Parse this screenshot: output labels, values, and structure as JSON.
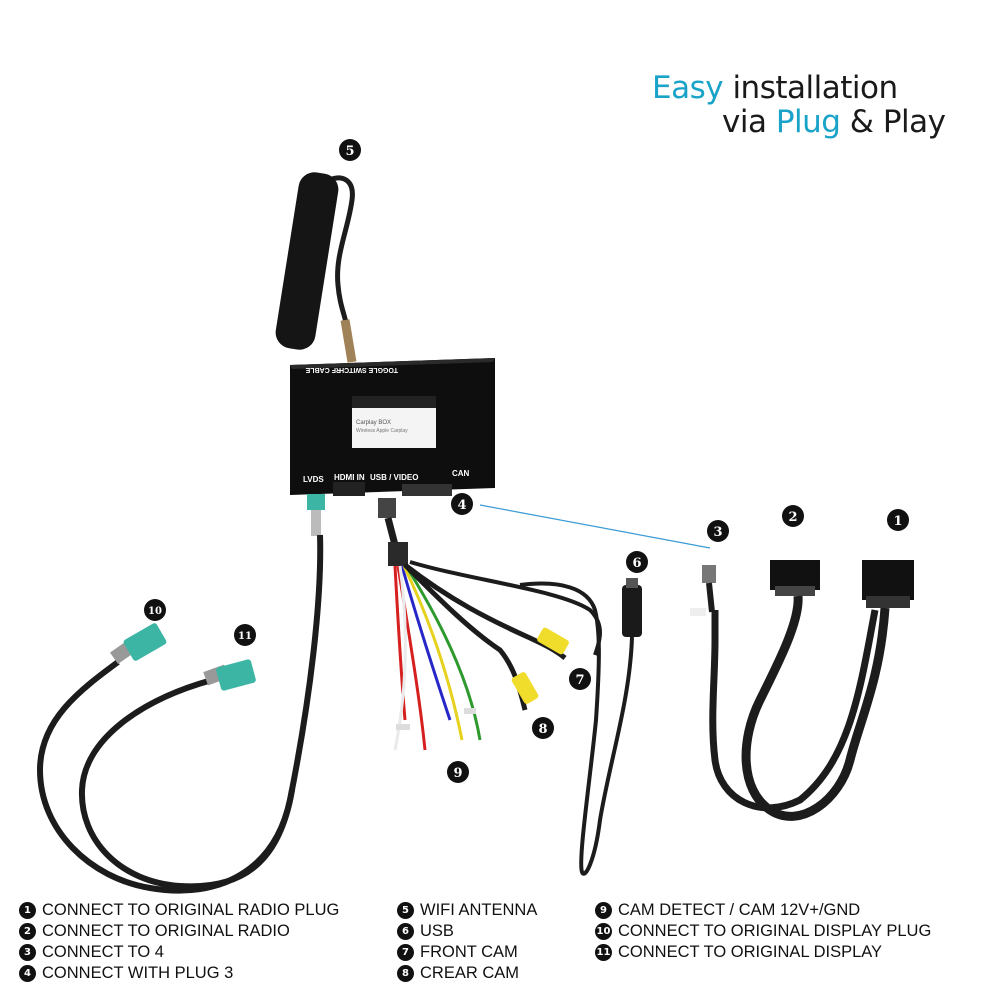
{
  "title": {
    "line1_accent": "Easy",
    "line1_rest": " installation",
    "line2_pre": "via ",
    "line2_accent": "Plug",
    "line2_rest": " & Play"
  },
  "device": {
    "top_labels": [
      "RF CABLE",
      "TOGGLE SWITCH"
    ],
    "port_labels": [
      "LVDS",
      "HDMI IN",
      "USB / VIDEO",
      "CAN"
    ],
    "sticker_line1": "Carplay BOX",
    "sticker_line2": "Wireless Apple Carplay"
  },
  "callouts": {
    "c1": "1",
    "c2": "2",
    "c3": "3",
    "c4": "4",
    "c5": "5",
    "c6": "6",
    "c7": "7",
    "c8": "8",
    "c9": "9",
    "c10": "10",
    "c11": "11"
  },
  "legend": {
    "col1": [
      {
        "num": "1",
        "text": "CONNECT TO ORIGINAL RADIO PLUG"
      },
      {
        "num": "2",
        "text": "CONNECT TO ORIGINAL RADIO"
      },
      {
        "num": "3",
        "text": "CONNECT TO 4"
      },
      {
        "num": "4",
        "text": "CONNECT WITH PLUG 3"
      }
    ],
    "col2": [
      {
        "num": "5",
        "text": "WIFI ANTENNA"
      },
      {
        "num": "6",
        "text": "USB"
      },
      {
        "num": "7",
        "text": "FRONT CAM"
      },
      {
        "num": "8",
        "text": "CREAR CAM"
      }
    ],
    "col3": [
      {
        "num": "9",
        "text": "CAM DETECT / CAM 12V+/GND"
      },
      {
        "num": "10",
        "text": "CONNECT TO ORIGINAL DISPLAY PLUG"
      },
      {
        "num": "11",
        "text": "CONNECT TO ORIGINAL DISPLAY"
      }
    ]
  },
  "colors": {
    "accent": "#1aa3c8",
    "cable": "#1c1c1c",
    "connector_teal": "#3cb5a5",
    "rca_yellow": "#f0dc2a",
    "link_line": "#3a9bd5"
  }
}
